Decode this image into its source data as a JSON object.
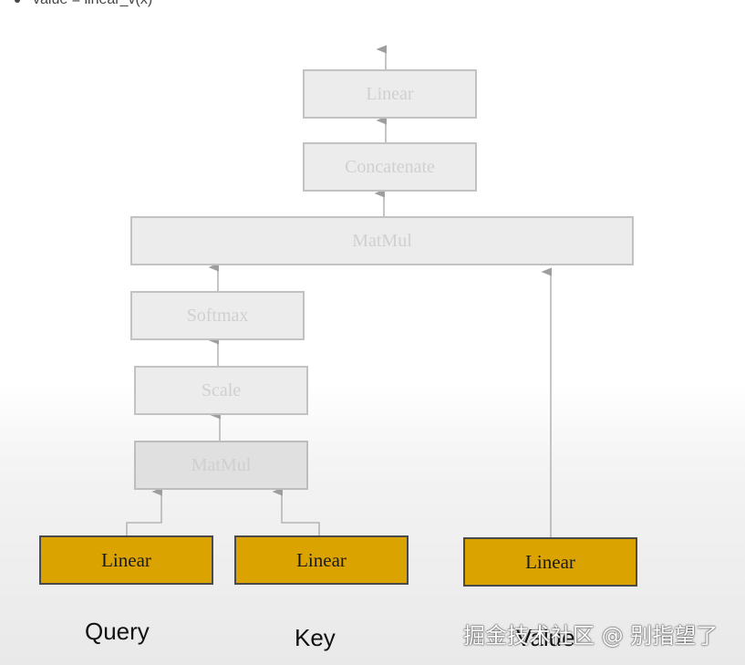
{
  "top_text": "value = linear_v(x)",
  "boxes": {
    "linear_out": "Linear",
    "concatenate": "Concatenate",
    "matmul_top": "MatMul",
    "softmax": "Softmax",
    "scale": "Scale",
    "matmul_bottom": "MatMul",
    "linear_query": "Linear",
    "linear_key": "Linear",
    "linear_value": "Linear"
  },
  "inputs": {
    "query": "Query",
    "key": "Key",
    "value": "Value"
  },
  "watermark": "掘金技术社区 @ 别指望了",
  "colors": {
    "gold": "#dba300",
    "faded_box": "#ececec",
    "arrow": "#9e9e9e"
  }
}
